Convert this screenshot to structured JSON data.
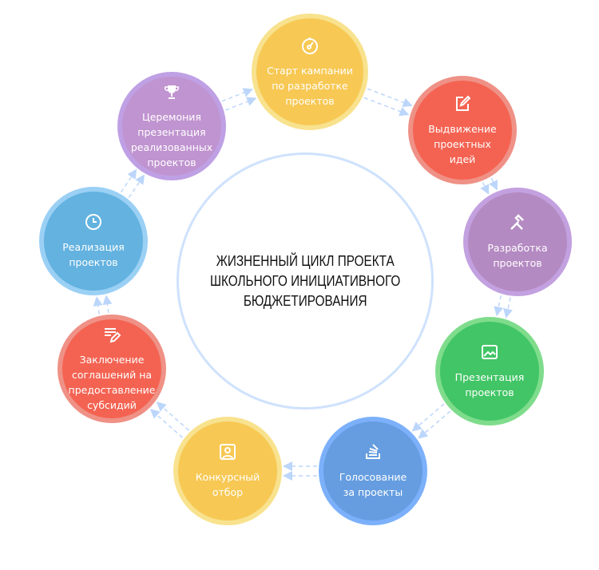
{
  "title": "ЖИЗНЕННЫЙ ЦИКЛ ПРОЕКТА\nШКОЛЬНОГО ИНИЦИАТИВНОГО\nБЮДЖЕТИРОВАНИЯ",
  "arrow_color": "#bcd6fb",
  "stages": [
    {
      "label": "Старт кампании\nпо разработке\nпроектов",
      "icon": "speedometer-icon",
      "fill": "#f7c853",
      "ring": "#f8e28e"
    },
    {
      "label": "Выдвижение\nпроектных\nидей",
      "icon": "edit-icon",
      "fill": "#f46352",
      "ring": "#ef9186"
    },
    {
      "label": "Разработка\nпроектов",
      "icon": "tools-icon",
      "fill": "#b48ac2",
      "ring": "#c3a1e0"
    },
    {
      "label": "Презентация\nпроектов",
      "icon": "image-icon",
      "fill": "#42c566",
      "ring": "#7fdc8c"
    },
    {
      "label": "Голосование\nза проекты",
      "icon": "stack-icon",
      "fill": "#659de0",
      "ring": "#7cb0fa"
    },
    {
      "label": "Конкурсный\nотбор",
      "icon": "user-portrait-icon",
      "fill": "#f7c853",
      "ring": "#f8e28e"
    },
    {
      "label": "Заключение\nсоглашений на\nпредоставление\nсубсидий",
      "icon": "text-edit-icon",
      "fill": "#f46352",
      "ring": "#ef9186"
    },
    {
      "label": "Реализация\nпроектов",
      "icon": "clock-icon",
      "fill": "#63b2e0",
      "ring": "#9bd0f5"
    },
    {
      "label": "Церемония\nпрезентация\nреализованных\nпроектов",
      "icon": "trophy-icon",
      "fill": "#c094d0",
      "ring": "#bfa0e4"
    }
  ]
}
